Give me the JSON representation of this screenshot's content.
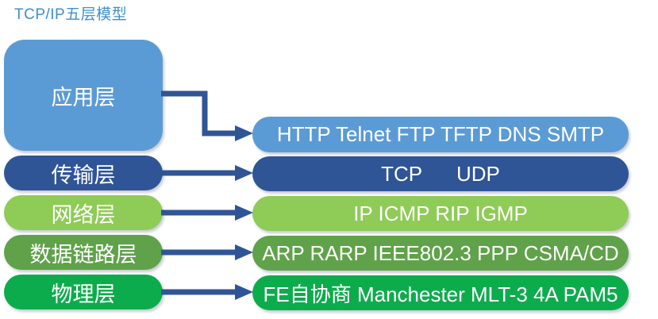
{
  "title": "TCP/IP五层模型",
  "colors": {
    "background": "#FFFFFF",
    "title": "#3E8FD0",
    "arrow": "#2F5597",
    "boxtext": "#FFFFFF"
  },
  "layers": [
    {
      "name": "应用层",
      "protocols": "HTTP Telnet FTP TFTP DNS SMTP",
      "color": "#5B9BD5"
    },
    {
      "name": "传输层",
      "protocols": "TCP      UDP",
      "color": "#2F5597"
    },
    {
      "name": "网络层",
      "protocols": "IP ICMP RIP IGMP",
      "color": "#8FCB57"
    },
    {
      "name": "数据链路层",
      "protocols": "ARP RARP IEEE802.3 PPP CSMA/CD",
      "color": "#60A24A"
    },
    {
      "name": "物理层",
      "protocols": "FE自协商 Manchester MLT-3 4A PAM5",
      "color": "#0CAC4C"
    }
  ]
}
